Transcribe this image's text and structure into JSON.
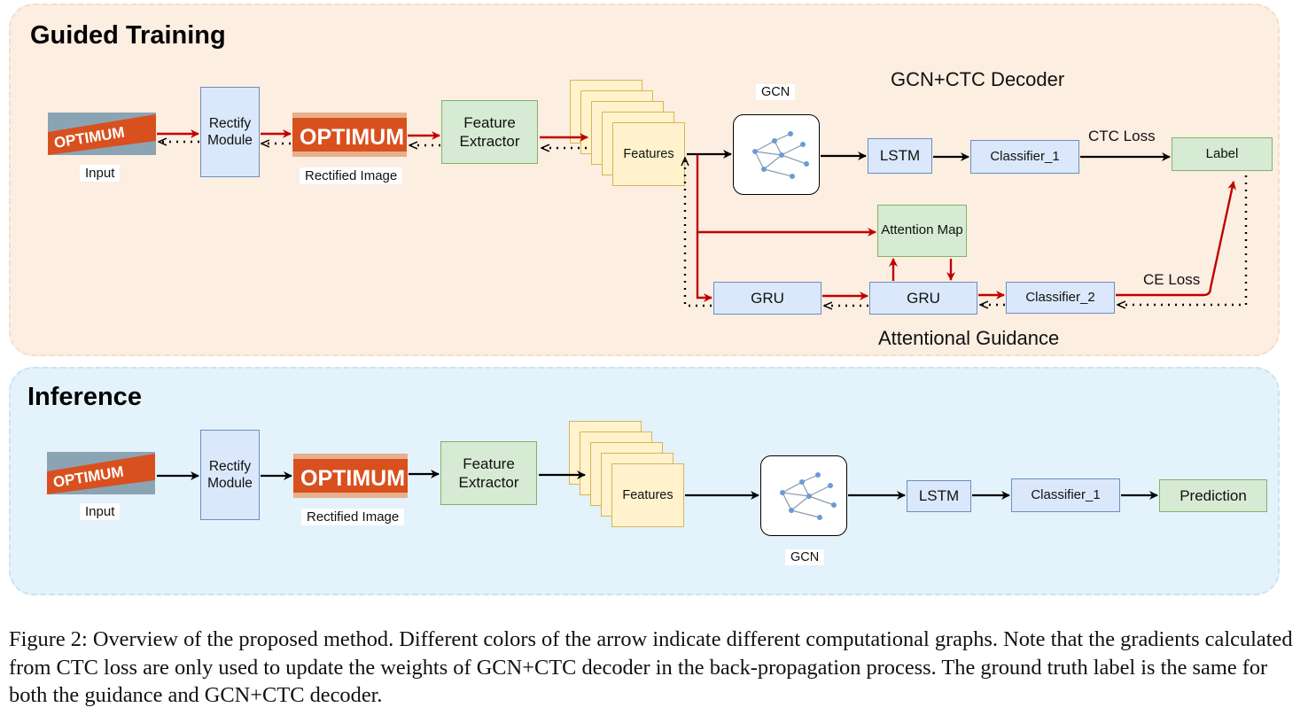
{
  "guided_training": {
    "title": "Guided Training",
    "input_label": "Input",
    "image_text": "OPTIMUM",
    "rectify": "Rectify Module",
    "rectified_label": "Rectified Image",
    "feature_extractor": "Feature Extractor",
    "features": "Features",
    "gcn_label": "GCN",
    "decoder_title": "GCN+CTC Decoder",
    "lstm": "LSTM",
    "classifier1": "Classifier_1",
    "ctc_loss": "CTC Loss",
    "label_box": "Label",
    "attention_map": "Attention Map",
    "gru1": "GRU",
    "gru2": "GRU",
    "classifier2": "Classifier_2",
    "ce_loss": "CE Loss",
    "guidance_title": "Attentional Guidance"
  },
  "inference": {
    "title": "Inference",
    "input_label": "Input",
    "image_text": "OPTIMUM",
    "rectify": "Rectify Module",
    "rectified_label": "Rectified Image",
    "feature_extractor": "Feature Extractor",
    "features": "Features",
    "gcn_label": "GCN",
    "lstm": "LSTM",
    "classifier1": "Classifier_1",
    "prediction": "Prediction"
  },
  "caption": "Figure 2: Overview of the proposed method. Different colors of the arrow indicate different computational graphs. Note that the gradients calculated from CTC loss are only used to update the weights of GCN+CTC decoder in the back-propagation process. The ground truth label is the same for both the guidance and GCN+CTC decoder.",
  "colors": {
    "training_bg": "#fdeee2",
    "inference_bg": "#e3f2fb",
    "forward_arrow": "#c00000",
    "inference_arrow": "#000000",
    "module_blue": "#dbe8fb",
    "module_green": "#d7ead4",
    "features_yellow": "#fff2cc",
    "image_orange": "#d9501f"
  }
}
